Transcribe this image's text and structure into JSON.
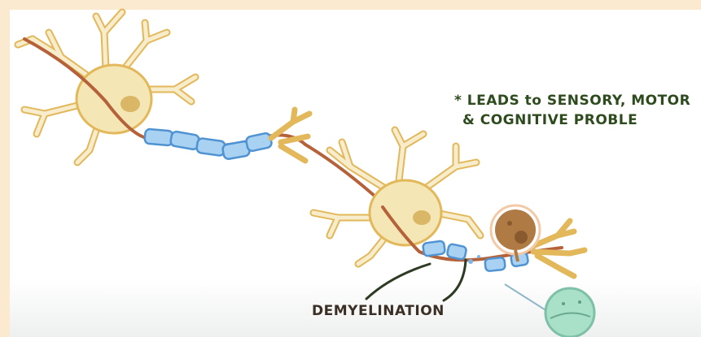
{
  "annotation": {
    "line1": "* LEADS to SENSORY, MOTOR",
    "line2": "& COGNITIVE PROBLE"
  },
  "label": {
    "demyelination": "DEMYELINATION"
  },
  "colors": {
    "background": "#fbe9d0",
    "cell_body": "#f5e7b5",
    "dendrite_outline": "#e2b85a",
    "signal": "#b5623a",
    "myelin": "#7cb6e8",
    "damaged_myelin": "#6a9fd0",
    "macrophage": "#b07a45",
    "lens": "#a8e0c8",
    "text_green": "#2e4b1e"
  }
}
